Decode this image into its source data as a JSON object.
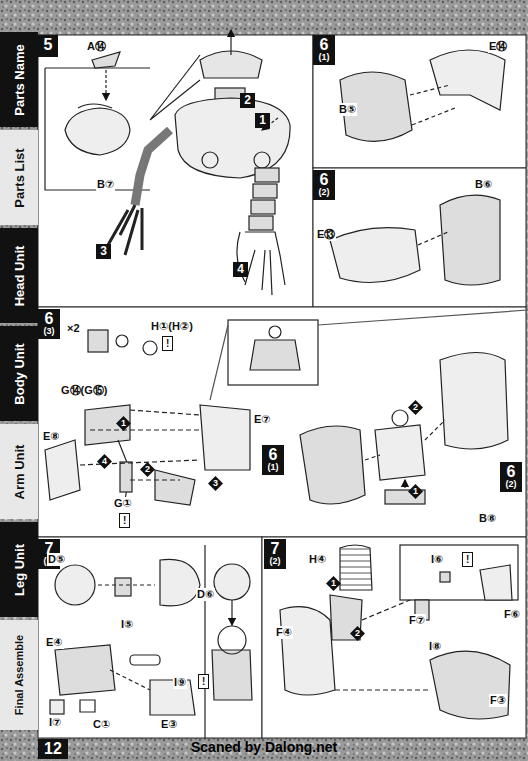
{
  "diagram": {
    "nodes": [
      {
        "text": [
          "Parts Name"
        ]
      },
      {
        "text": [
          "Parts List"
        ]
      },
      {
        "text": [
          "Head Unit"
        ]
      },
      {
        "text": [
          "Body Unit"
        ]
      },
      {
        "text": [
          "Arm Unit"
        ]
      },
      {
        "text": [
          "Leg Unit"
        ]
      },
      {
        "text": [
          "Final Assemble"
        ]
      },
      {
        "text": [
          "5"
        ]
      },
      {
        "text": [
          "2"
        ]
      },
      {
        "text": [
          "1"
        ]
      },
      {
        "text": [
          "3"
        ]
      },
      {
        "text": [
          "4"
        ]
      },
      {
        "text": [
          "6",
          "(1)"
        ]
      },
      {
        "text": [
          "6",
          "(2)"
        ]
      },
      {
        "text": [
          "6",
          "(3)"
        ]
      },
      {
        "text": [
          "1"
        ]
      },
      {
        "text": [
          "4"
        ]
      },
      {
        "text": [
          "2"
        ]
      },
      {
        "text": [
          "3"
        ]
      },
      {
        "text": [
          "2"
        ]
      },
      {
        "text": [
          "6",
          "(1)"
        ]
      },
      {
        "text": [
          "1"
        ]
      },
      {
        "text": [
          "6",
          "(2)"
        ]
      },
      {
        "text": [
          "7",
          "(1)"
        ]
      },
      {
        "text": [
          "7",
          "(2)"
        ]
      },
      {
        "text": [
          "1"
        ]
      },
      {
        "text": [
          "2"
        ]
      },
      {
        "text": [
          "12"
        ]
      }
    ],
    "labels": [
      "A⑭",
      "B⑦",
      "B⑤",
      "E⑭",
      "B⑥",
      "E⑬",
      "×2",
      "H①(H②)",
      "!",
      "G⑭(G⑮)",
      "E⑧",
      "E⑦",
      "G①",
      "!",
      "B⑧",
      "D⑤",
      "D⑥",
      "I⑤",
      "E④",
      "I⑨",
      "!",
      "E③",
      "I⑦",
      "C①",
      "H④",
      "I⑥",
      "!",
      "F⑥",
      "F⑦",
      "I⑧",
      "F④",
      "F③",
      "Scaned by Dalong.net"
    ]
  }
}
